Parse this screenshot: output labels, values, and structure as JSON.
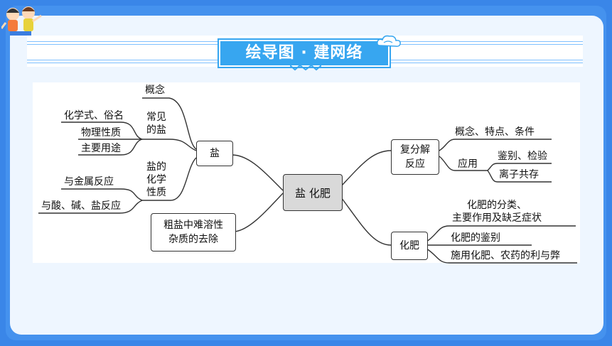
{
  "title": "绘导图 · 建网络",
  "center": "盐 化肥",
  "left": {
    "salt": {
      "label": "盐",
      "concept": "概念",
      "common_salt": "常见\n的盐",
      "common_items": [
        "化学式、俗名",
        "物理性质",
        "主要用途"
      ],
      "chem_props": "盐的\n化学\n性质",
      "chem_items": [
        "与金属反应",
        "与酸、碱、盐反应"
      ]
    },
    "purify": "粗盐中难溶性\n杂质的去除"
  },
  "right": {
    "double": {
      "label": "复分解\n反应",
      "items": [
        "概念、特点、条件"
      ],
      "apply": "应用",
      "apply_items": [
        "鉴别、检验",
        "离子共存"
      ]
    },
    "fert": {
      "label": "化肥",
      "items": [
        "化肥的分类、\n主要作用及缺乏症状",
        "化肥的鉴别",
        "施用化肥、农药的利与弊"
      ]
    }
  },
  "colors": {
    "accent": "#37a6f0",
    "frame": "#4592ee",
    "line": "#333333"
  }
}
